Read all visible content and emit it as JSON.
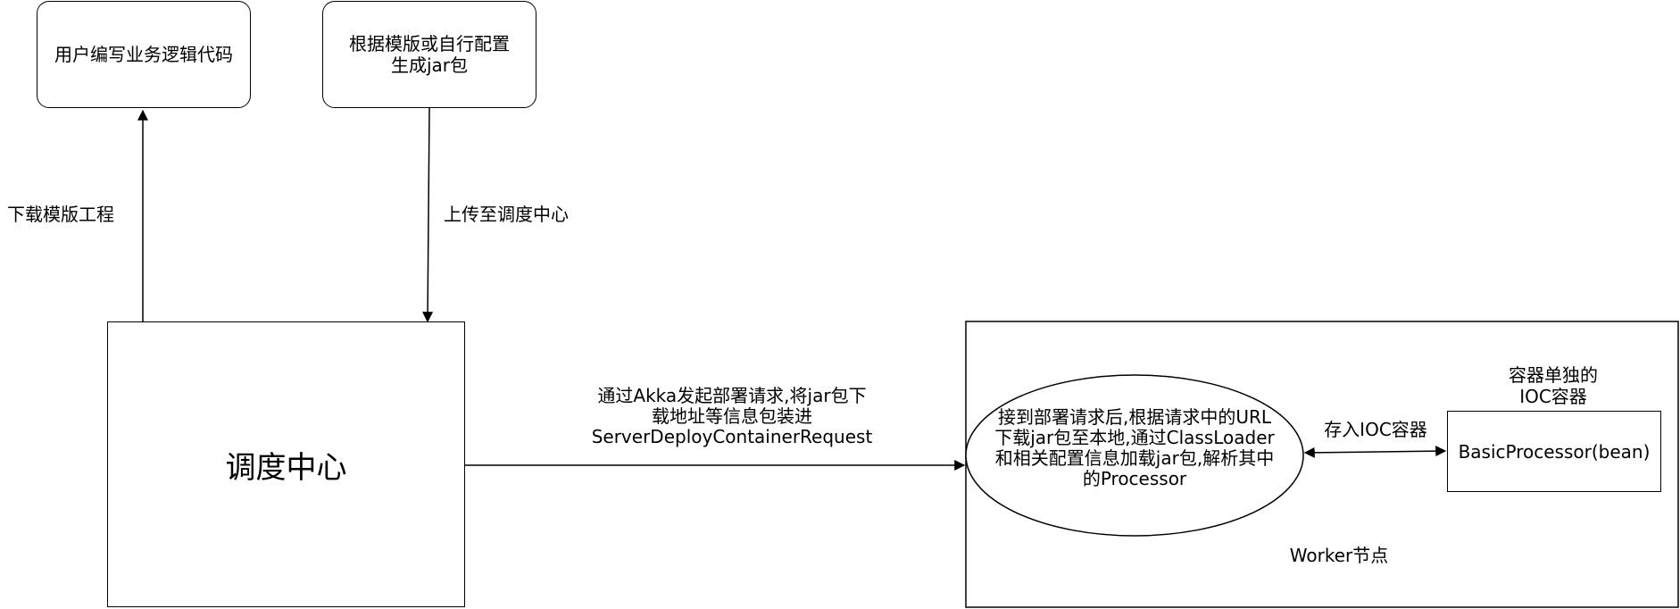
{
  "nodes": {
    "user_code": "用户编写业务逻辑代码",
    "jar_build": [
      "根据模版或自行配置",
      "生成jar包"
    ],
    "scheduler": "调度中心",
    "worker_ellipse": [
      "接到部署请求后,根据请求中的URL",
      "下载jar包至本地,通过ClassLoader",
      "和相关配置信息加载jar包,解析其中",
      "的Processor"
    ],
    "processor": "BasicProcessor(bean)",
    "ioc_title": [
      "容器单独的",
      "IOC容器"
    ],
    "worker_label": "Worker节点"
  },
  "edges": {
    "download_template": "下载模版工程",
    "upload": "上传至调度中心",
    "deploy_request": [
      "通过Akka发起部署请求,将jar包下",
      "载地址等信息包装进",
      "ServerDeployContainerRequest"
    ],
    "store_ioc": "存入IOC容器"
  }
}
